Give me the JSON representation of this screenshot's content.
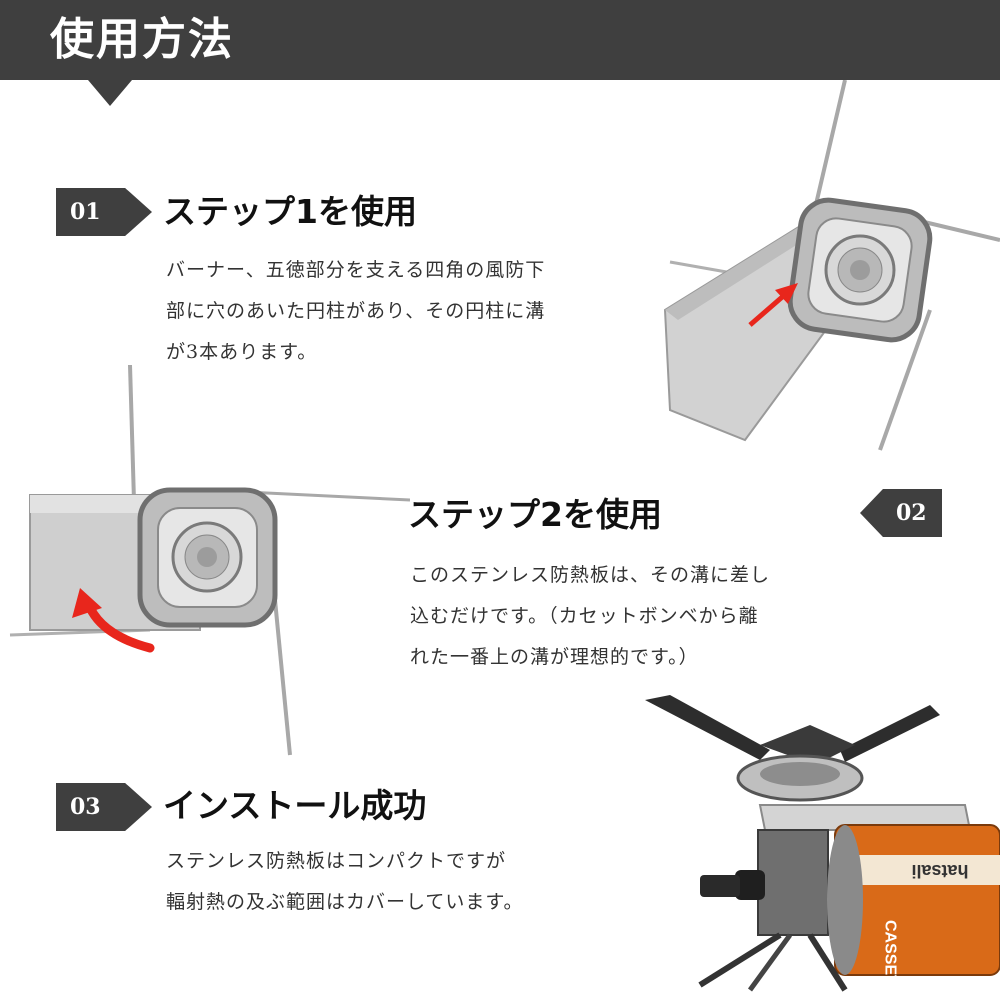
{
  "header": {
    "title": "使用方法"
  },
  "steps": [
    {
      "number": "01",
      "title": "ステップ1を使用",
      "lines": [
        "バーナー、五徳部分を支える四角の風防下",
        "部に穴のあいた円柱があり、その円柱に溝",
        "が3本あります。"
      ]
    },
    {
      "number": "02",
      "title": "ステップ2を使用",
      "lines": [
        "このステンレス防熱板は、その溝に差し",
        "込むだけです。（カセットボンベから離",
        "れた一番上の溝が理想的です。）"
      ]
    },
    {
      "number": "03",
      "title": "インストール成功",
      "lines": [
        "ステンレス防熱板はコンパクトですが",
        "輻射熱の及ぶ範囲はカバーしています。"
      ]
    }
  ],
  "photos": {
    "canister_label": "CASSETTE",
    "canister_brand": "hatsali"
  },
  "colors": {
    "header_bg": "#3f3f3f",
    "arrow_red": "#e8261c",
    "steel": "#c9c9c9"
  }
}
